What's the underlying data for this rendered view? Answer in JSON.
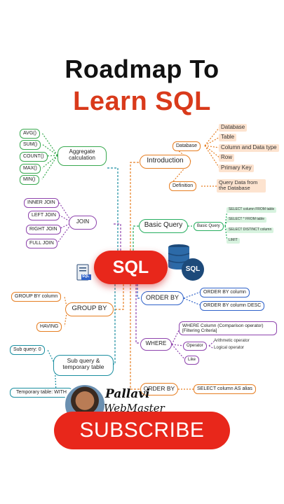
{
  "title": {
    "line1": "Roadmap To",
    "line2": "Learn SQL"
  },
  "center": {
    "label": "SQL"
  },
  "colors": {
    "accent": "#e8271b",
    "aggregate": "#38a94f",
    "join": "#8e44ad",
    "introduction": "#e67e22",
    "basic": "#27ae60",
    "order": "#2f62c9",
    "group": "#e67e22",
    "sub": "#1a8ea0"
  },
  "aggregate": {
    "label": "Aggregate calculation",
    "items": [
      "AVG()",
      "SUM()",
      "COUNT()",
      "MAX()",
      "MIN()"
    ]
  },
  "join": {
    "label": "JOIN",
    "items": [
      "INNER JOIN",
      "LEFT JOIN",
      "RIGHT JOIN",
      "FULL JOIN"
    ]
  },
  "introduction": {
    "label": "Introduction",
    "database": {
      "label": "Database",
      "items": [
        "Database",
        "Table",
        "Column and Data type",
        "Row",
        "Primary Key"
      ]
    },
    "definition": {
      "label": "Definition",
      "text": "Query Data from the Database"
    }
  },
  "basic_query": {
    "label": "Basic Query",
    "sub_label": "Basic Query",
    "items": [
      "SELECT column FROM table",
      "SELECT * FROM table",
      "SELECT DISTINCT column",
      "LIMIT"
    ]
  },
  "order_by": {
    "label": "ORDER BY",
    "items": [
      "ORDER BY column",
      "ORDER BY column DESC"
    ]
  },
  "where": {
    "label": "WHERE",
    "condition": "WHERE Column (Comparison operator) [Filtering Criteria]",
    "operator": "Operator",
    "operators": [
      "Arithmetic operator",
      "Logical operator"
    ],
    "like": "Like"
  },
  "group_by": {
    "label": "GROUP BY",
    "items": [
      "GROUP BY column",
      "HAVING"
    ]
  },
  "subquery": {
    "label": "Sub query & temporary table",
    "items": [
      "Sub query: 0",
      "Temporary table: WITH"
    ]
  },
  "order_by_alias": {
    "label": "ORDER BY",
    "item": "SELECT column AS alias"
  },
  "badge": {
    "text": "SQL"
  },
  "doc_badge": {
    "text": "SQL"
  },
  "brand": {
    "name": "Pallavi",
    "tagline": "WebMaster"
  },
  "subscribe": {
    "label": "SUBSCRIBE"
  }
}
